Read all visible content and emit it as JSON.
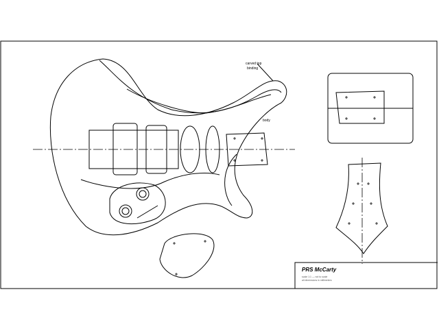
{
  "drawing": {
    "labels": {
      "carved_top": "carved top",
      "binding": "binding",
      "body_label": "body"
    },
    "title_block": {
      "title": "PRS McCarty",
      "note_line_1": "scale 1:1 — not to scale",
      "note_line_2": "all dimensions in millimeters"
    }
  }
}
